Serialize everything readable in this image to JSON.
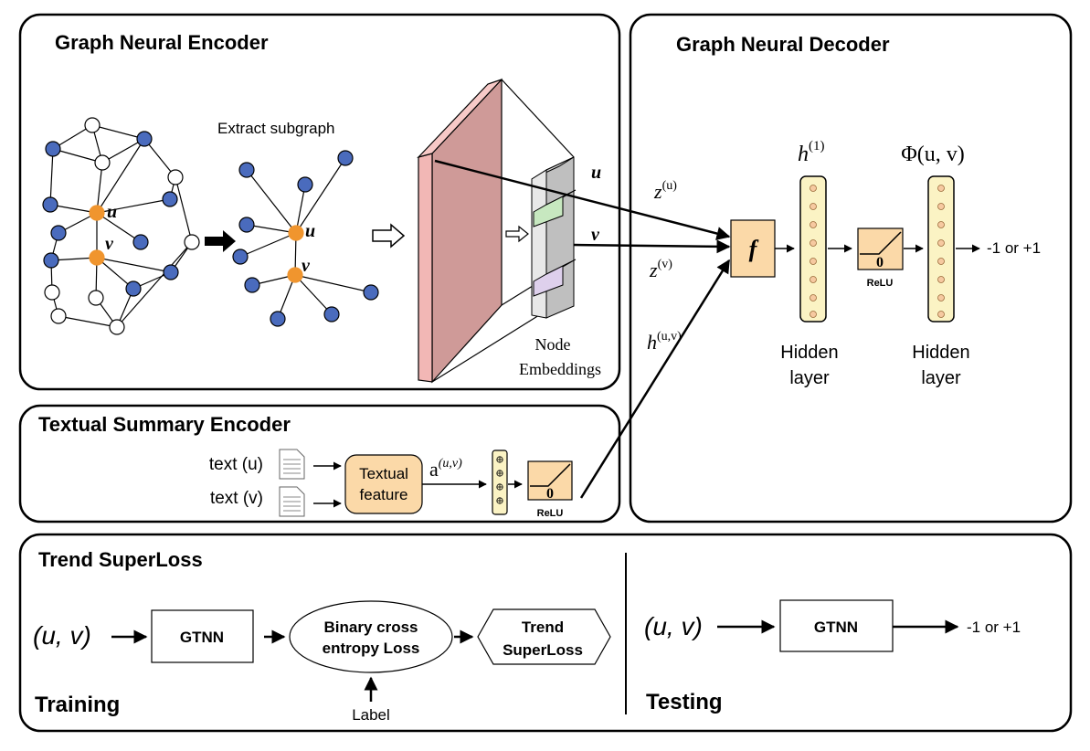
{
  "encoder": {
    "title": "Graph Neural Encoder",
    "extract_label": "Extract subgraph",
    "node_u": "u",
    "node_v": "v",
    "embed_u": "u",
    "embed_v": "v",
    "node_embeddings_line1": "Node",
    "node_embeddings_line2": "Embeddings"
  },
  "decoder": {
    "title": "Graph Neural Decoder",
    "z_u_base": "z",
    "z_u_sup": "(u)",
    "z_v_base": "z",
    "z_v_sup": "(v)",
    "h_uv_base": "h",
    "h_uv_sup": "(u,v)",
    "f_label": "f",
    "h1_base": "h",
    "h1_sup": "(1)",
    "phi_label": "Φ(u, v)",
    "relu_zero": "0",
    "relu_label": "ReLU",
    "hidden1_line1": "Hidden",
    "hidden1_line2": "layer",
    "hidden2_line1": "Hidden",
    "hidden2_line2": "layer",
    "output": "-1 or +1"
  },
  "textual": {
    "title": "Textual Summary Encoder",
    "text_u": "text (u)",
    "text_v": "text (v)",
    "feature_line1": "Textual",
    "feature_line2": "feature",
    "a_base": "a",
    "a_sup": "(u,v)",
    "relu_zero": "0",
    "relu_label": "ReLU"
  },
  "superloss": {
    "title": "Trend SuperLoss",
    "training": {
      "input": "(u, v)",
      "gtnn": "GTNN",
      "bce_line1": "Binary cross",
      "bce_line2": "entropy Loss",
      "trend_line1": "Trend",
      "trend_line2": "SuperLoss",
      "label": "Label",
      "caption": "Training"
    },
    "testing": {
      "input": "(u, v)",
      "gtnn": "GTNN",
      "output": "-1 or +1",
      "caption": "Testing"
    }
  },
  "colors": {
    "node_blue": "#4a6bbd",
    "node_orange": "#f0952e",
    "embedding_pink": "#cf9a98",
    "feature_fill": "#fbd9a8",
    "layer_fill": "#fbf3c4"
  }
}
